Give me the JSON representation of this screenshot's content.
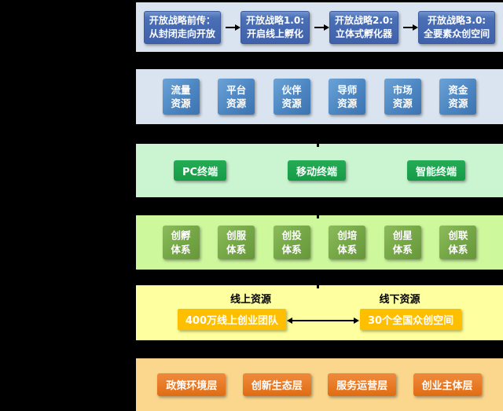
{
  "strategy_row": {
    "boxes": [
      "开放战略前传：\n从封闭走向开放",
      "开放战略1.0:\n开启线上孵化",
      "开放战略2.0:\n立体式孵化器",
      "开放战略3.0:\n全要素众创空间"
    ]
  },
  "resource_row": {
    "boxes": [
      "流量\n资源",
      "平台\n资源",
      "伙伴\n资源",
      "导师\n资源",
      "市场\n资源",
      "资金\n资源"
    ]
  },
  "terminal_row": {
    "boxes": [
      "PC终端",
      "移动终端",
      "智能终端"
    ]
  },
  "system_row": {
    "boxes": [
      "创孵\n体系",
      "创服\n体系",
      "创投\n体系",
      "创培\n体系",
      "创星\n体系",
      "创联\n体系"
    ]
  },
  "link_row": {
    "online_heading": "线上资源",
    "offline_heading": "线下资源",
    "online_box": "400万线上创业团队",
    "offline_box": "30个全国众创空间"
  },
  "layer_row": {
    "boxes": [
      "政策环境层",
      "创新生态层",
      "服务运营层",
      "创业主体层"
    ]
  },
  "colors": {
    "background": "#000000",
    "strategy_panel": "#dae4f0",
    "strategy_box": "#4a70b6",
    "resource_panel": "#dae4f0",
    "resource_box": "#4c86c2",
    "terminal_panel": "#cbf5d1",
    "terminal_box": "#18a34b",
    "system_panel": "#cdf89b",
    "system_box": "#74a646",
    "link_panel": "#feff9e",
    "link_box": "#febf01",
    "layer_panel": "#fbd78d",
    "layer_box": "#e5731b",
    "arrow": "#000000",
    "box_text": "#ffffff",
    "heading_text": "#000000"
  }
}
